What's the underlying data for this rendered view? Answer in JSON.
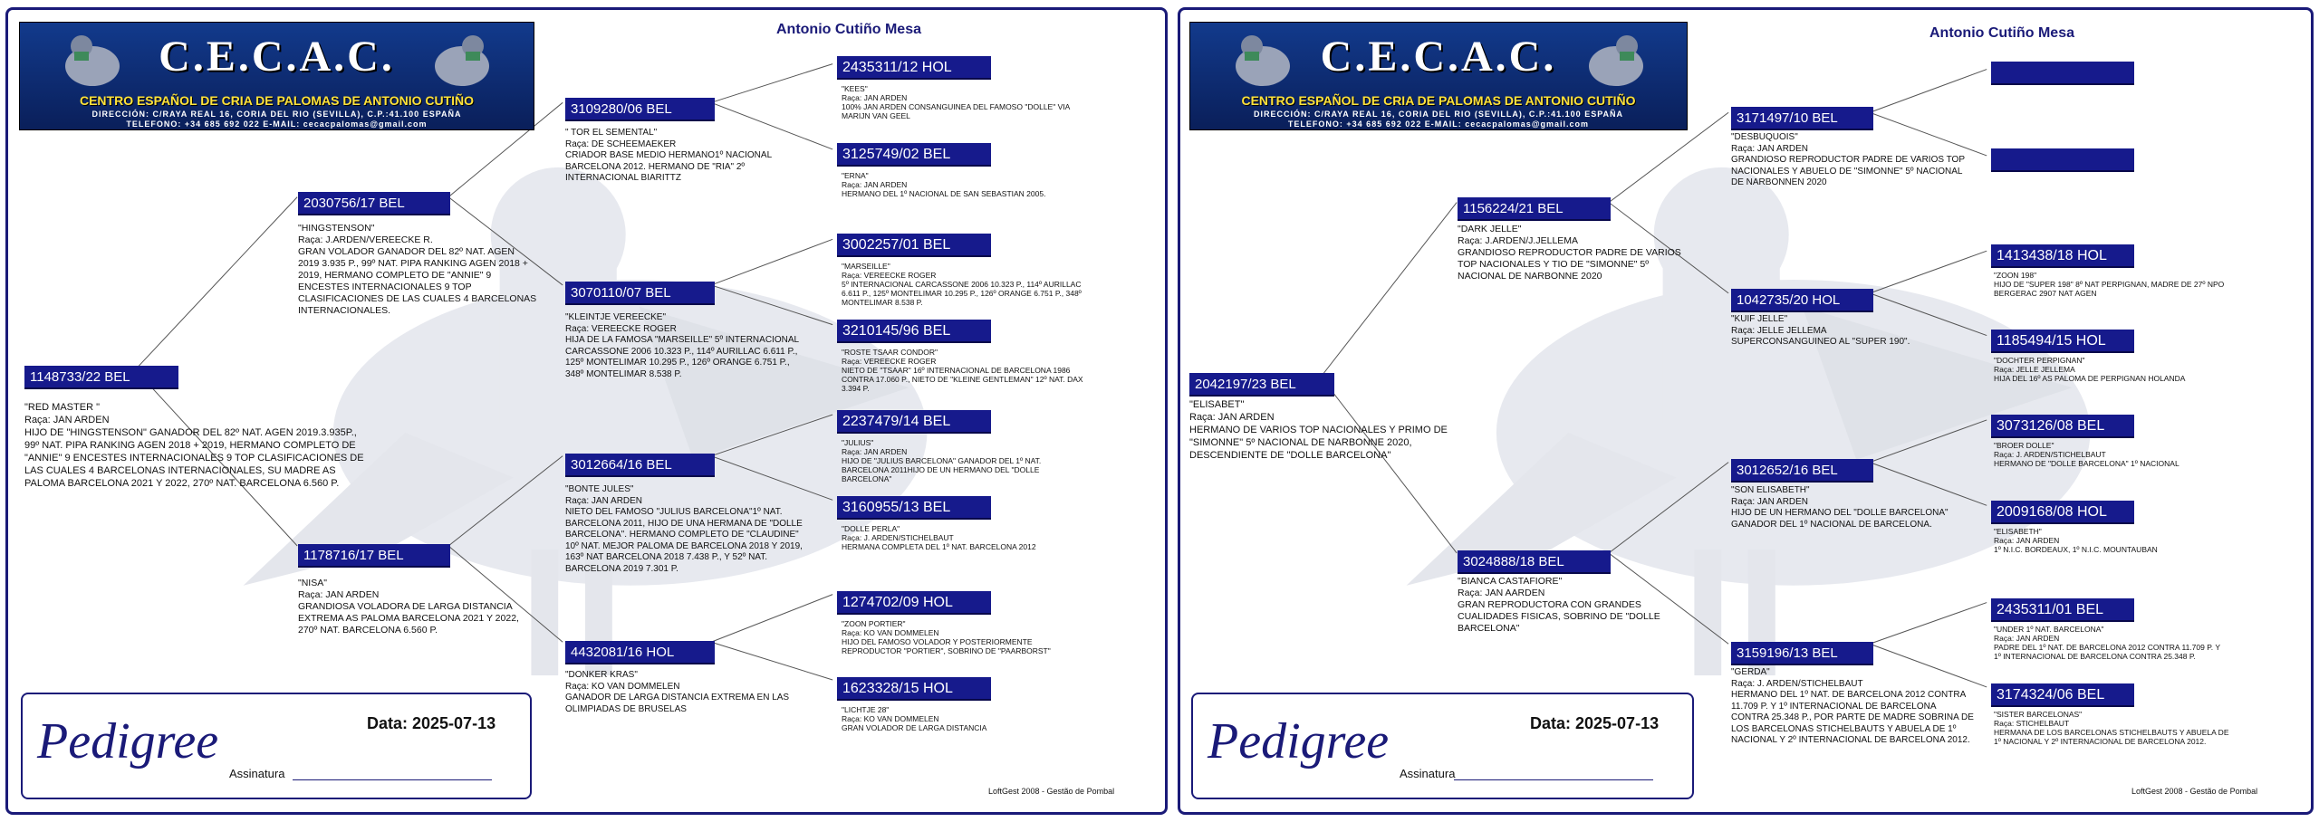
{
  "pages": [
    {
      "breeder": "Antonio Cutiño Mesa",
      "logo": {
        "title": "C.E.C.A.C.",
        "subtitle": "CENTRO ESPAÑOL DE CRIA DE PALOMAS DE ANTONIO CUTIÑO",
        "address": "DIRECCIÓN: C/RAYA REAL 16, CORIA DEL RIO (SEVILLA), C.P.:41.100 ESPAÑA",
        "phone": "TELEFONO: +34 685 692 022    E-MAIL: cecacpalomas@gmail.com"
      },
      "footer": {
        "pedigree": "Pedigree",
        "date": "Data: 2025-07-13",
        "signature_label": "Assinatura",
        "software": "LoftGest 2008 - Gestão de Pombal"
      },
      "birds": {
        "main": {
          "ring": "1148733/22 BEL",
          "lines": [
            "\"RED MASTER \"",
            "Raça: JAN ARDEN",
            "HIJO DE \"HINGSTENSON\" GANADOR DEL 82º NAT. AGEN 2019.3.935P., 99º NAT. PIPA RANKING AGEN 2018 + 2019, HERMANO COMPLETO DE \"ANNIE\" 9 ENCESTES INTERNACIONALES 9 TOP CLASIFICACIONES DE LAS CUALES 4 BARCELONAS INTERNACIONALES, SU MADRE AS PALOMA BARCELONA 2021 Y 2022, 270º NAT. BARCELONA 6.560 P."
          ]
        },
        "sire": {
          "ring": "2030756/17 BEL",
          "lines": [
            "\"HINGSTENSON\"",
            "Raça: J.ARDEN/VEREECKE R.",
            "GRAN VOLADOR GANADOR DEL 82º NAT. AGEN 2019 3.935 P., 99º NAT. PIPA RANKING AGEN 2018 + 2019, HERMANO COMPLETO DE \"ANNIE\" 9 ENCESTES INTERNACIONALES 9 TOP CLASIFICACIONES DE LAS CUALES 4 BARCELONAS INTERNACIONALES."
          ]
        },
        "dam": {
          "ring": "1178716/17 BEL",
          "lines": [
            "\"NISA\"",
            "Raça: JAN ARDEN",
            "GRANDIOSA VOLADORA DE LARGA DISTANCIA EXTREMA AS PALOMA BARCELONA 2021 Y 2022, 270º NAT. BARCELONA 6.560 P."
          ]
        },
        "ss": {
          "ring": "3109280/06 BEL",
          "lines": [
            "\" TOR EL SEMENTAL\"",
            "Raça: DE SCHEEMAEKER",
            "CRIADOR BASE MEDIO HERMANO1º NACIONAL BARCELONA 2012. HERMANO DE \"RIA\" 2º INTERNACIONAL BIARITTZ"
          ]
        },
        "sd": {
          "ring": "3070110/07 BEL",
          "lines": [
            "\"KLEINTJE VEREECKE\"",
            "Raça: VEREECKE ROGER",
            "HIJA DE LA FAMOSA \"MARSEILLE\" 5º INTERNACIONAL CARCASSONE 2006 10.323 P., 114º AURILLAC 6.611 P., 125º MONTELIMAR 10.295 P., 126º ORANGE 6.751 P., 348º MONTELIMAR 8.538 P."
          ]
        },
        "ds": {
          "ring": "3012664/16 BEL",
          "lines": [
            "\"BONTE JULES\"",
            "Raça: JAN ARDEN",
            "NIETO DEL FAMOSO \"JULIUS BARCELONA\"1º NAT. BARCELONA 2011, HIJO DE UNA HERMANA DE \"DOLLE BARCELONA\". HERMANO COMPLETO DE \"CLAUDINE\" 10º NAT. MEJOR PALOMA DE BARCELONA 2018 Y 2019, 163º NAT BARCELONA 2018 7.438 P., Y 52º NAT. BARCELONA 2019 7.301 P."
          ]
        },
        "dd": {
          "ring": "4432081/16 HOL",
          "lines": [
            "\"DONKER KRAS\"",
            "Raça: KO VAN DOMMELEN",
            "GANADOR DE LARGA DISTANCIA EXTREMA EN LAS OLIMPIADAS DE BRUSELAS"
          ]
        },
        "sss": {
          "ring": "2435311/12 HOL",
          "lines": [
            "\"KEES\"",
            "Raça: JAN ARDEN",
            "100% JAN ARDEN CONSANGUINEA DEL FAMOSO \"DOLLE\" VIA MARIJN VAN GEEL"
          ]
        },
        "ssd": {
          "ring": "3125749/02 BEL",
          "lines": [
            "\"ERNA\"",
            "Raça: JAN ARDEN",
            "HERMANO DEL 1º NACIONAL DE SAN SEBASTIAN 2005."
          ]
        },
        "sds": {
          "ring": "3002257/01 BEL",
          "lines": [
            "\"MARSEILLE\"",
            "Raça: VEREECKE ROGER",
            "5º INTERNACIONAL CARCASSONE 2006 10.323 P., 114º AURILLAC 6.611 P., 125º MONTELIMAR 10.295 P., 126º ORANGE 6.751 P., 348º MONTELIMAR 8.538 P."
          ]
        },
        "sdd": {
          "ring": "3210145/96 BEL",
          "lines": [
            "\"ROSTE TSAAR CONDOR\"",
            "Raça: VEREECKE ROGER",
            "NIETO DE \"TSAAR\" 16º INTERNACIONAL DE BARCELONA 1986 CONTRA 17.060 P., NIETO DE \"KLEINE GENTLEMAN\" 12º NAT. DAX 3.394 P."
          ]
        },
        "dss": {
          "ring": "2237479/14 BEL",
          "lines": [
            "\"JULIUS\"",
            "Raça: JAN ARDEN",
            "HIJO DE \"JULIUS BARCELONA\" GANADOR DEL 1º NAT. BARCELONA 2011HIJO DE UN HERMANO DEL \"DOLLE BARCELONA\""
          ]
        },
        "dsd": {
          "ring": "3160955/13 BEL",
          "lines": [
            "\"DOLLE PERLA\"",
            "Raça: J. ARDEN/STICHELBAUT",
            "HERMANA COMPLETA DEL 1º NAT. BARCELONA 2012"
          ]
        },
        "dds": {
          "ring": "1274702/09 HOL",
          "lines": [
            "\"ZOON PORTIER\"",
            "Raça: KO VAN DOMMELEN",
            "HIJO DEL FAMOSO VOLADOR Y POSTERIORMENTE REPRODUCTOR \"PORTIER\", SOBRINO DE \"PAARBORST\""
          ]
        },
        "ddd": {
          "ring": "1623328/15 HOL",
          "lines": [
            "\"LICHTJE 28\"",
            "Raça: KO VAN DOMMELEN",
            "GRAN VOLADOR DE LARGA DISTANCIA"
          ]
        }
      }
    },
    {
      "breeder": "Antonio Cutiño Mesa",
      "logo": {
        "title": "C.E.C.A.C.",
        "subtitle": "CENTRO ESPAÑOL DE CRIA DE PALOMAS DE ANTONIO CUTIÑO",
        "address": "DIRECCIÓN: C/RAYA REAL 16, CORIA DEL RIO (SEVILLA), C.P.:41.100 ESPAÑA",
        "phone": "TELEFONO: +34 685 692 022    E-MAIL: cecacpalomas@gmail.com"
      },
      "footer": {
        "pedigree": "Pedigree",
        "date": "Data: 2025-07-13",
        "signature_label": "Assinatura",
        "software": "LoftGest 2008 - Gestão de Pombal"
      },
      "birds": {
        "main": {
          "ring": "2042197/23 BEL",
          "lines": [
            "\"ELISABET\"",
            "Raça: JAN ARDEN",
            "HERMANO DE VARIOS TOP NACIONALES Y PRIMO DE \"SIMONNE\" 5º NACIONAL DE NARBONNE 2020, DESCENDIENTE DE \"DOLLE BARCELONA\""
          ]
        },
        "sire": {
          "ring": "1156224/21 BEL",
          "lines": [
            "\"DARK JELLE\"",
            "Raça: J.ARDEN/J.JELLEMA",
            "GRANDIOSO REPRODUCTOR PADRE DE VARIOS TOP NACIONALES Y TIO DE \"SIMONNE\" 5º NACIONAL DE NARBONNE 2020"
          ]
        },
        "dam": {
          "ring": "3024888/18 BEL",
          "lines": [
            "\"BIANCA CASTAFIORE\"",
            "Raça: JAN AARDEN",
            "GRAN REPRODUCTORA CON GRANDES CUALIDADES FISICAS, SOBRINO DE \"DOLLE BARCELONA\""
          ]
        },
        "ss": {
          "ring": "3171497/10 BEL",
          "lines": [
            "\"DESBUQUOIS\"",
            "Raça: JAN ARDEN",
            "GRANDIOSO REPRODUCTOR PADRE DE VARIOS TOP NACIONALES Y ABUELO DE \"SIMONNE\" 5º NACIONAL DE NARBONNEN 2020"
          ]
        },
        "sd": {
          "ring": "1042735/20 HOL",
          "lines": [
            "\"KUIF JELLE\"",
            "Raça: JELLE JELLEMA",
            "SUPERCONSANGUINEO AL \"SUPER 190\"."
          ]
        },
        "ds": {
          "ring": "3012652/16 BEL",
          "lines": [
            "\"SON ELISABETH\"",
            "Raça: JAN ARDEN",
            "HIJO DE UN HERMANO DEL \"DOLLE BARCELONA\" GANADOR DEL 1º NACIONAL DE BARCELONA."
          ]
        },
        "dd": {
          "ring": "3159196/13 BEL",
          "lines": [
            "\"GERDA\"",
            "Raça: J. ARDEN/STICHELBAUT",
            "HERMANO DEL 1º NAT. DE BARCELONA 2012 CONTRA 11.709 P. Y 1º INTERNACIONAL DE BARCELONA CONTRA 25.348 P., POR PARTE DE MADRE SOBRINA DE LOS BARCELONAS STICHELBAUTS Y ABUELA DE 1º NACIONAL Y 2º INTERNACIONAL DE BARCELONA 2012."
          ]
        },
        "sss": {
          "ring": "",
          "lines": []
        },
        "ssd": {
          "ring": "",
          "lines": []
        },
        "sds": {
          "ring": "1413438/18 HOL",
          "lines": [
            "\"ZOON 198\"",
            "HIJO DE \"SUPER 198\" 8º NAT PERPIGNAN, MADRE DE 27º NPO BERGERAC 2907 NAT AGEN"
          ]
        },
        "sdd": {
          "ring": "1185494/15 HOL",
          "lines": [
            "\"DOCHTER PERPIGNAN\"",
            "Raça: JELLE JELLEMA",
            "HIJA DEL 16º AS PALOMA DE PERPIGNAN HOLANDA"
          ]
        },
        "dss": {
          "ring": "3073126/08 BEL",
          "lines": [
            "\"BROER DOLLE\"",
            "Raça: J. ARDEN/STICHELBAUT",
            "HERMANO DE \"DOLLE BARCELONA\" 1º NACIONAL"
          ]
        },
        "dsd": {
          "ring": "2009168/08 HOL",
          "lines": [
            "\"ELISABETH\"",
            "Raça: JAN ARDEN",
            "1º N.I.C. BORDEAUX, 1º N.I.C. MOUNTAUBAN"
          ]
        },
        "dds": {
          "ring": "2435311/01 BEL",
          "lines": [
            "\"UNDER 1º NAT. BARCELONA\"",
            "Raça: JAN ARDEN",
            "PADRE DEL 1º NAT. DE BARCELONA 2012 CONTRA 11.709 P. Y 1º INTERNACIONAL DE BARCELONA CONTRA 25.348 P."
          ]
        },
        "ddd": {
          "ring": "3174324/06 BEL",
          "lines": [
            "\"SISTER BARCELONAS\"",
            "Raça: STICHELBAUT",
            "HERMANA DE LOS BARCELONAS STICHELBAUTS Y ABUELA DE 1º NACIONAL Y 2º INTERNACIONAL DE BARCELONA 2012."
          ]
        }
      }
    }
  ]
}
